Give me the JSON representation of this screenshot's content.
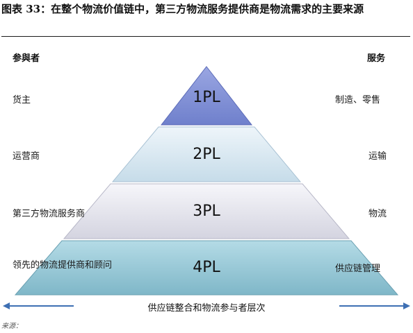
{
  "title": "图表 33：在整个物流价值链中，第三方物流服务提供商是物流需求的主要来源",
  "headers": {
    "left": "参與者",
    "right": "服务"
  },
  "levels": [
    {
      "name": "1PL",
      "participant": "货主",
      "service": "制造、零售"
    },
    {
      "name": "2PL",
      "participant": "运营商",
      "service": "运输"
    },
    {
      "name": "3PL",
      "participant": "第三方物流服务商",
      "service": "物流"
    },
    {
      "name": "4PL",
      "participant": "领先的物流提供商和顾问",
      "service": "供应链管理"
    }
  ],
  "axis_label": "供应链整合和物流参与者层次",
  "source": "来源：",
  "colors": {
    "level1": "#7f8fd6",
    "level2": "#d6e6f0",
    "level3": "#e4e4ee",
    "level4": "#8fc4d2",
    "arrow": "#3d6fb3"
  }
}
